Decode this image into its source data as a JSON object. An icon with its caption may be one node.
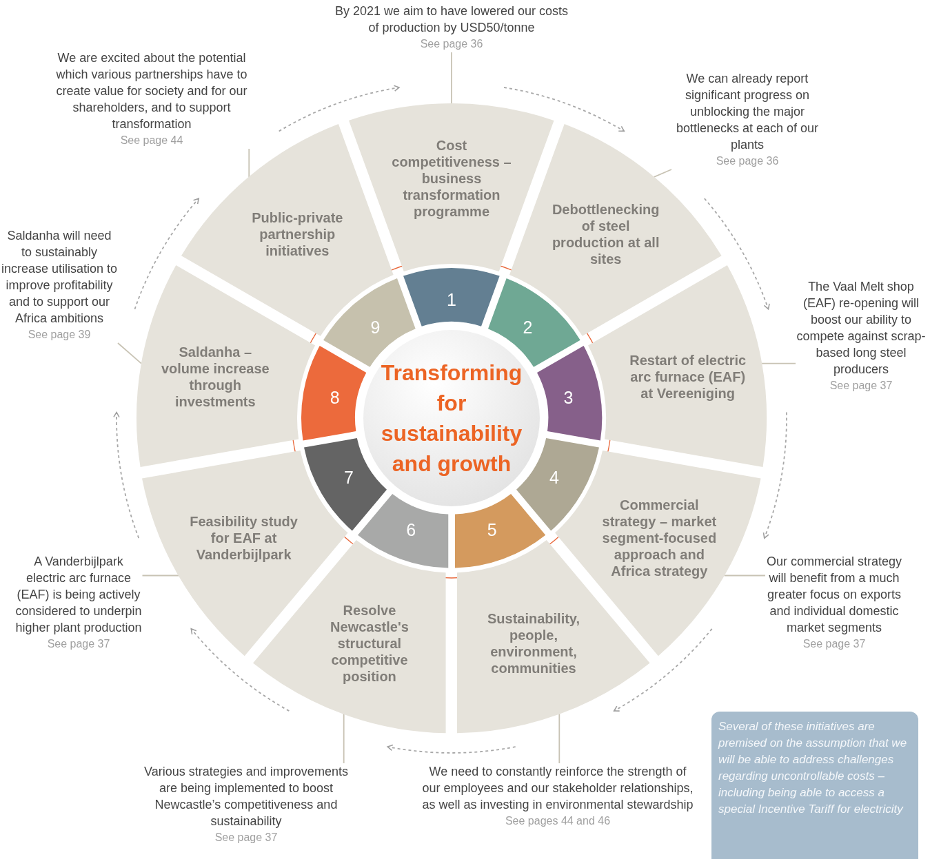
{
  "diagram": {
    "nodes": [
      {
        "text": [
          "Transforming for sustainability and growth"
        ]
      },
      {
        "text": [
          "1"
        ]
      },
      {
        "text": [
          "2"
        ]
      },
      {
        "text": [
          "3"
        ]
      },
      {
        "text": [
          "4"
        ]
      },
      {
        "text": [
          "5"
        ]
      },
      {
        "text": [
          "6"
        ]
      },
      {
        "text": [
          "7"
        ]
      },
      {
        "text": [
          "8"
        ]
      },
      {
        "text": [
          "9"
        ]
      },
      {
        "text": [
          "Cost competitiveness – business transformation programme"
        ]
      },
      {
        "text": [
          "Debottlenecking of steel production at all sites"
        ]
      },
      {
        "text": [
          "Restart of electric arc furnace (EAF) at Vereeniging"
        ]
      },
      {
        "text": [
          "Commercial strategy – market segment-focused approach and Africa strategy"
        ]
      },
      {
        "text": [
          "Sustainability, people, environment, communities"
        ]
      },
      {
        "text": [
          "Resolve Newcastle's structural competitive position"
        ]
      },
      {
        "text": [
          "Feasibility study for EAF at Vanderbijlpark"
        ]
      },
      {
        "text": [
          "Saldanha – volume increase through investments"
        ]
      },
      {
        "text": [
          "Public-private partnership initiatives"
        ]
      },
      {
        "text": [
          "By 2021 we aim to have lowered our costs of production by USD50/tonne",
          "See page 36"
        ]
      },
      {
        "text": [
          "We can already report significant progress on unblocking the major bottlenecks at each of our plants",
          "See page 36"
        ]
      },
      {
        "text": [
          "The Vaal Melt shop (EAF) re-opening will boost our ability to compete against scrap-based long steel producers",
          "See page 37"
        ]
      },
      {
        "text": [
          "Our commercial strategy will benefit from a much greater focus on exports and individual domestic market segments",
          "See page 37"
        ]
      },
      {
        "text": [
          "We need to constantly reinforce the strength of our employees and our stakeholder relationships, as well as investing in environmental stewardship",
          "See pages 44 and 46"
        ]
      },
      {
        "text": [
          "Various strategies and improvements are being implemented to boost Newcastle’s competitiveness and sustainability",
          "See page 37"
        ]
      },
      {
        "text": [
          "A Vanderbijlpark electric arc furnace (EAF) is being actively considered to underpin higher plant production",
          "See page 37"
        ]
      },
      {
        "text": [
          "Saldanha will need to sustainably increase utilisation to improve profitability and to support our Africa ambitions",
          "See page 39"
        ]
      },
      {
        "text": [
          "We are excited about the potential which various partnerships have to create value for society and for our shareholders, and to support transformation",
          "See page 44"
        ]
      },
      {
        "text": [
          "Several of these initiatives are premised on the assumption that we will be able to address challenges regarding uncontrollable costs – including being able to access a special Incentive Tariff for electricity"
        ]
      }
    ],
    "edges": [
      {
        "from": 19,
        "to": 10,
        "arrow": "none"
      },
      {
        "from": 20,
        "to": 11,
        "arrow": "none"
      },
      {
        "from": 21,
        "to": 12,
        "arrow": "none"
      },
      {
        "from": 22,
        "to": 13,
        "arrow": "none"
      },
      {
        "from": 23,
        "to": 14,
        "arrow": "none"
      },
      {
        "from": 24,
        "to": 15,
        "arrow": "none"
      },
      {
        "from": 25,
        "to": 16,
        "arrow": "none"
      },
      {
        "from": 26,
        "to": 17,
        "arrow": "none"
      },
      {
        "from": 27,
        "to": 18,
        "arrow": "none"
      }
    ]
  }
}
